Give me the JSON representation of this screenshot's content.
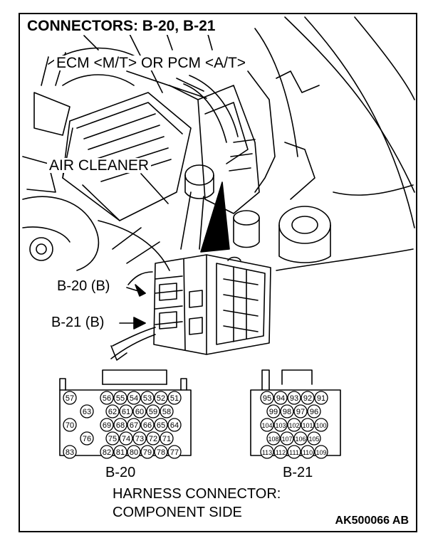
{
  "title": "CONNECTORS: B-20, B-21",
  "labels": {
    "ecm": "ECM <M/T> OR PCM <A/T>",
    "air_cleaner": "AIR CLEANER",
    "b20_callout": "B-20 (B)",
    "b21_callout": "B-21 (B)"
  },
  "connector_b20": {
    "name": "B-20",
    "rows": [
      [
        "57",
        "56",
        "55",
        "54",
        "53",
        "52",
        "51"
      ],
      [
        "63",
        "62",
        "61",
        "60",
        "59",
        "58"
      ],
      [
        "70",
        "69",
        "68",
        "67",
        "66",
        "65",
        "64"
      ],
      [
        "76",
        "75",
        "74",
        "73",
        "72",
        "71"
      ],
      [
        "83",
        "82",
        "81",
        "80",
        "79",
        "78",
        "77"
      ]
    ]
  },
  "connector_b21": {
    "name": "B-21",
    "rows": [
      [
        "95",
        "94",
        "93",
        "92",
        "91"
      ],
      [
        "99",
        "98",
        "97",
        "96"
      ],
      [
        "104",
        "103",
        "102",
        "101",
        "100"
      ],
      [
        "108",
        "107",
        "106",
        "105"
      ],
      [
        "113",
        "112",
        "111",
        "110",
        "109"
      ]
    ]
  },
  "harness_line1": "HARNESS CONNECTOR:",
  "harness_line2": "COMPONENT SIDE",
  "figure_code": "AK500066 AB"
}
